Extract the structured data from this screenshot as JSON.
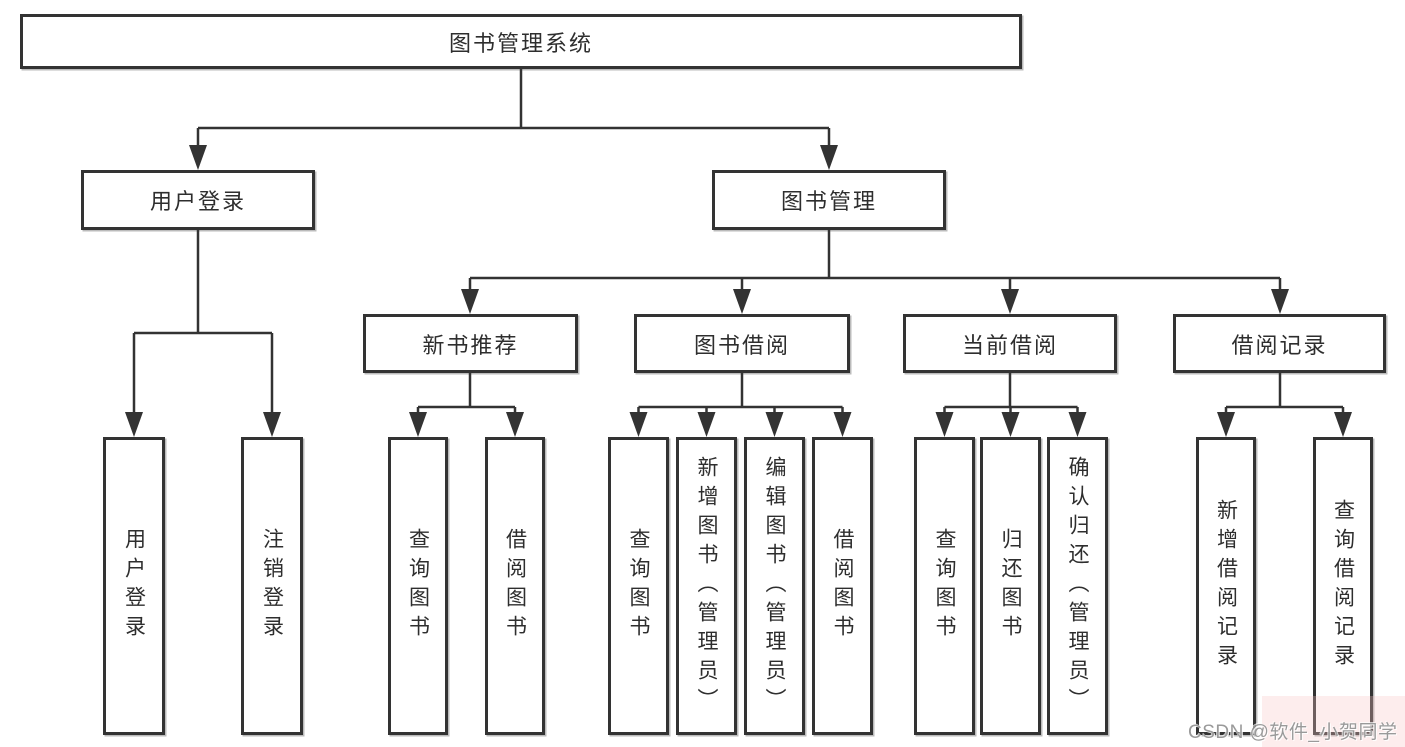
{
  "diagram_title": "图书管理系统",
  "tree": {
    "root": {
      "label": "图书管理系统",
      "children": [
        {
          "label": "用户登录",
          "children": [
            {
              "label": "用户登录"
            },
            {
              "label": "注销登录"
            }
          ]
        },
        {
          "label": "图书管理",
          "children": [
            {
              "label": "新书推荐",
              "children": [
                {
                  "label": "查询图书"
                },
                {
                  "label": "借阅图书"
                }
              ]
            },
            {
              "label": "图书借阅",
              "children": [
                {
                  "label": "查询图书"
                },
                {
                  "label": "新增图书（管理员）"
                },
                {
                  "label": "编辑图书（管理员）"
                },
                {
                  "label": "借阅图书"
                }
              ]
            },
            {
              "label": "当前借阅",
              "children": [
                {
                  "label": "查询图书"
                },
                {
                  "label": "归还图书"
                },
                {
                  "label": "确认归还（管理员）"
                }
              ]
            },
            {
              "label": "借阅记录",
              "children": [
                {
                  "label": "新增借阅记录"
                },
                {
                  "label": "查询借阅记录"
                }
              ]
            }
          ]
        }
      ]
    }
  },
  "watermark": {
    "text": "CSDN @软件_小贺同学"
  },
  "colors": {
    "line": "#333333",
    "box_border": "#333333",
    "text": "#2e2e2e",
    "background": "#ffffff",
    "watermark_text": "#9a9a9a",
    "watermark_tint": "#f7c4c4"
  }
}
